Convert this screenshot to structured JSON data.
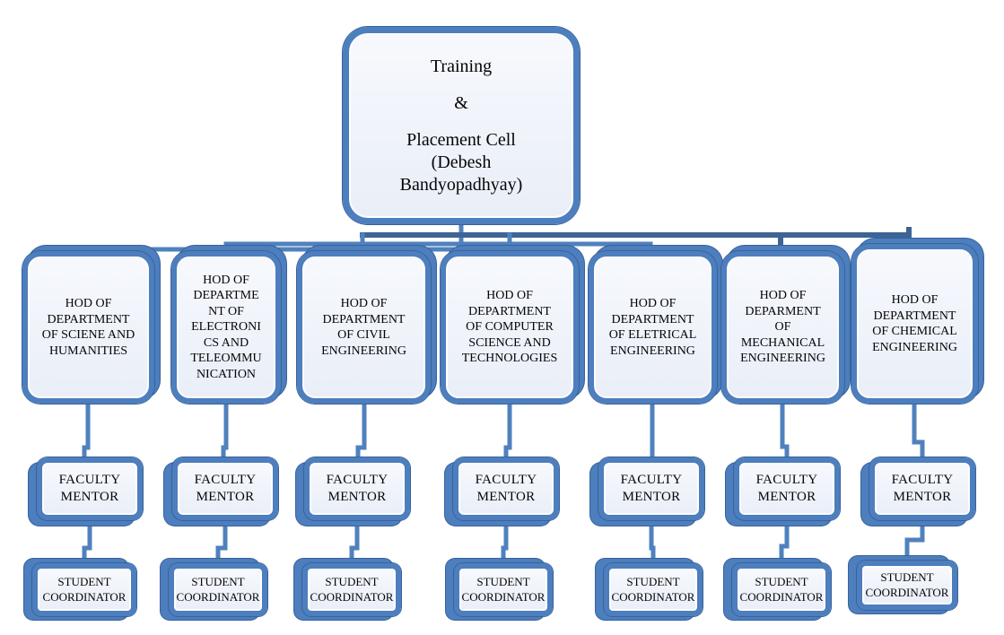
{
  "root": {
    "line1": "Training",
    "line2": "&",
    "line3": "Placement Cell\n(Debesh\nBandyopadhyay)"
  },
  "columns": [
    {
      "hod": "HOD OF\nDEPARTMENT\nOF SCIENE AND\nHUMANITIES",
      "faculty": "FACULTY\nMENTOR",
      "student": "STUDENT\nCOORDINATOR"
    },
    {
      "hod": "HOD OF\nDEPARTME\nNT OF\nELECTRONI\nCS AND\nTELEOMMU\nNICATION",
      "faculty": "FACULTY\nMENTOR",
      "student": "STUDENT\nCOORDINATOR"
    },
    {
      "hod": "HOD OF\nDEPARTMENT\nOF CIVIL\nENGINEERING",
      "faculty": "FACULTY\nMENTOR",
      "student": "STUDENT\nCOORDINATOR"
    },
    {
      "hod": "HOD OF\nDEPARTMENT\nOF COMPUTER\nSCIENCE AND\nTECHNOLOGIES",
      "faculty": "FACULTY\nMENTOR",
      "student": "STUDENT\nCOORDINATOR"
    },
    {
      "hod": "HOD OF\nDEPARTMENT\nOF ELETRICAL\nENGINEERING",
      "faculty": "FACULTY\nMENTOR",
      "student": "STUDENT\nCOORDINATOR"
    },
    {
      "hod": "HOD OF\nDEPARMENT\nOF\nMECHANICAL\nENGINEERING",
      "faculty": "FACULTY\nMENTOR",
      "student": "STUDENT\nCOORDINATOR"
    },
    {
      "hod": "HOD OF\nDEPARTMENT\nOF CHEMICAL\nENGINEERING",
      "faculty": "FACULTY\nMENTOR",
      "student": "STUDENT\nCOORDINATOR"
    }
  ],
  "colors": {
    "accent": "#4d7ebd",
    "accent_dark": "#38629c",
    "node_fill": "#edf1f9",
    "connector": "#4f81bd",
    "connector_dark": "#3d6494",
    "text": "#050505"
  }
}
